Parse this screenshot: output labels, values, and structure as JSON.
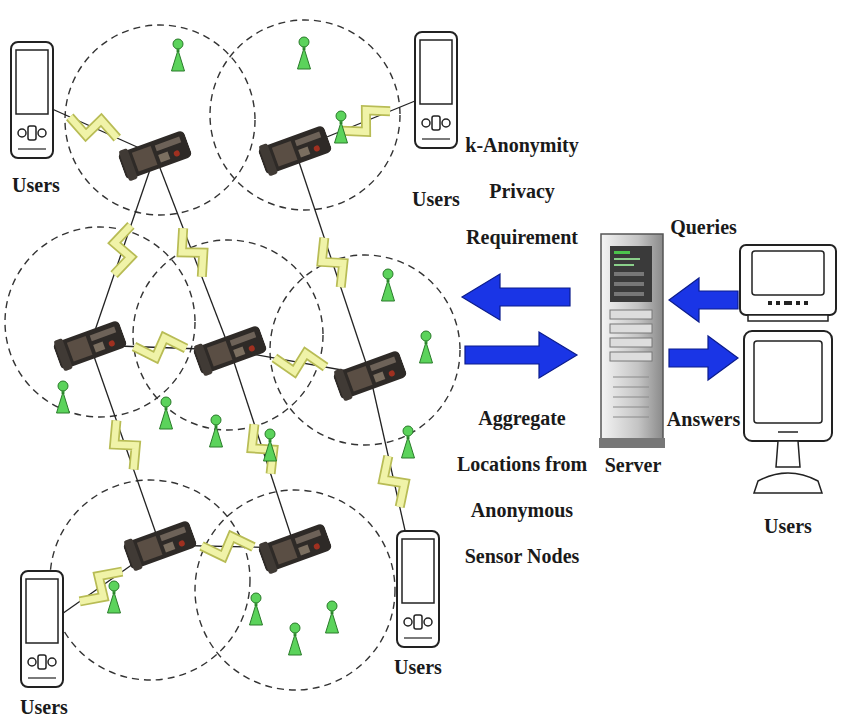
{
  "diagram": {
    "nodes": [
      {
        "text": [
          "Server"
        ]
      },
      {
        "text": [
          "Users"
        ]
      }
    ],
    "edges": [
      {
        "from": 1,
        "to": 0,
        "arrow": "to",
        "label": "Queries"
      },
      {
        "from": 0,
        "to": 1,
        "arrow": "to",
        "label": "Answers"
      }
    ],
    "labels": [
      "Users",
      "Users",
      "Users",
      "Users",
      "k-Anonymity Privacy Requirement",
      "Aggregate Locations from Anonymous Sensor Nodes"
    ]
  }
}
